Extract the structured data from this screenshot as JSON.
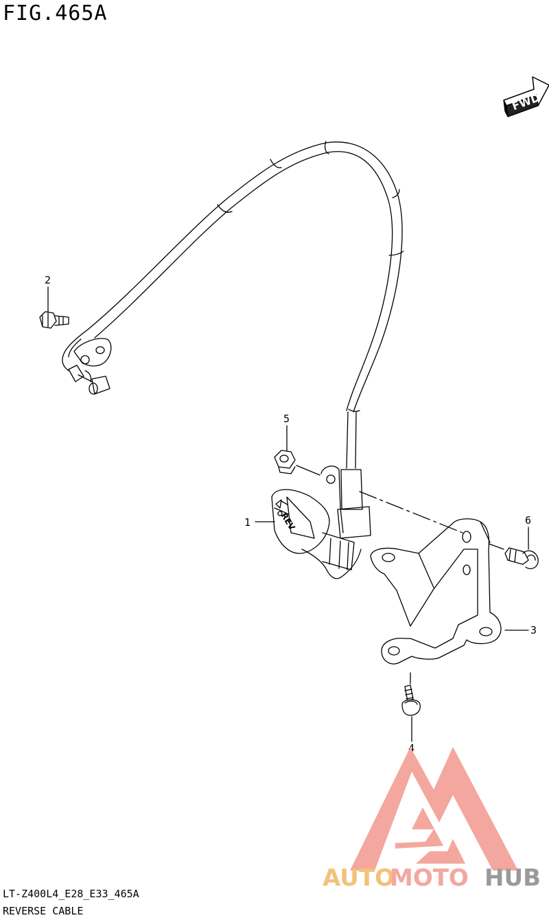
{
  "figure": {
    "title": "FIG.465A"
  },
  "fwd_arrow": {
    "label": "FWD"
  },
  "callouts": [
    {
      "number": "1"
    },
    {
      "number": "2"
    },
    {
      "number": "3"
    },
    {
      "number": "4"
    },
    {
      "number": "5"
    },
    {
      "number": "6"
    }
  ],
  "switch_label": "REV",
  "watermark": {
    "part1": "AUTO",
    "part2": "MOTO",
    "part3": "HUB",
    "color_primary": "#f4a79e",
    "color_secondary": "#f2c27a",
    "color_tertiary": "#9a9a9a"
  },
  "footer": {
    "code": "LT-Z400L4_E28_E33_465A",
    "name": "REVERSE CABLE"
  },
  "colors": {
    "line": "#000000",
    "background": "#ffffff"
  }
}
